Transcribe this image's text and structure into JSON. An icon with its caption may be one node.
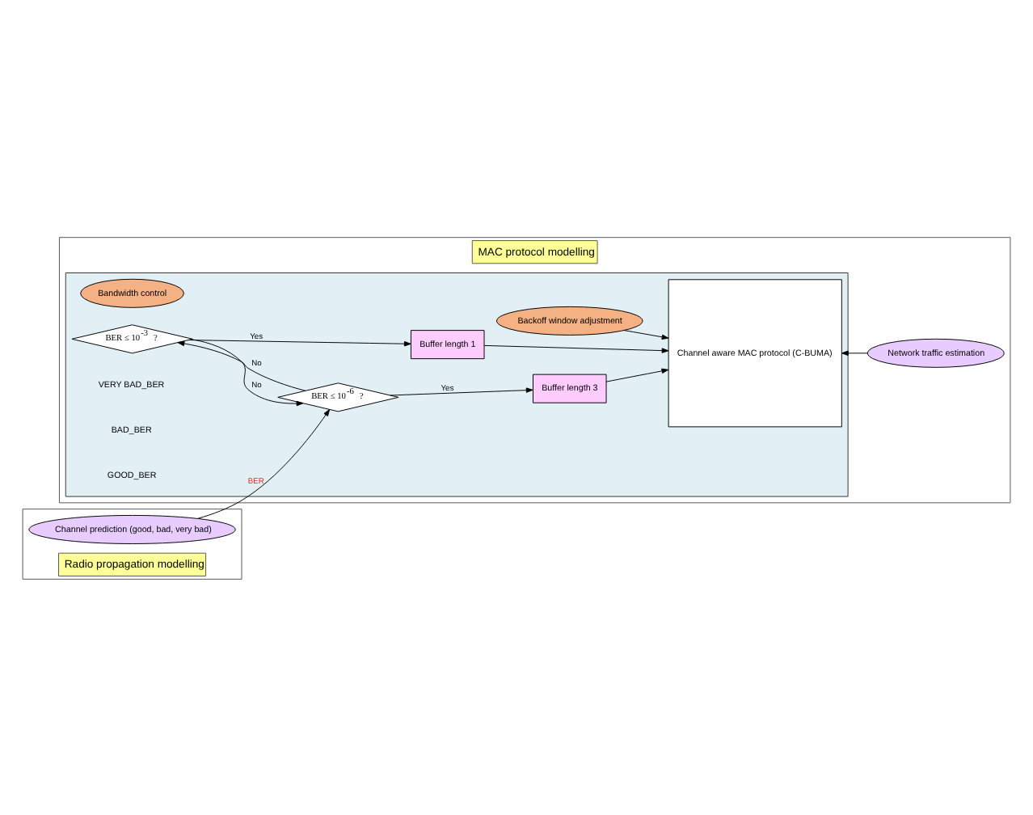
{
  "diagram": {
    "nodes": [
      {
        "text": [
          "MAC protocol modelling"
        ]
      },
      {
        "text": [],
        "shape": "box",
        "in": 0
      },
      {
        "text": [
          "Bandwidth control"
        ],
        "in": 1
      },
      {
        "text": [
          "Backoff window adjustment"
        ],
        "in": 1
      },
      {
        "text": [
          "BER ≤ 10$^{-3}$ ?"
        ],
        "in": 1
      },
      {
        "text": [
          "BER ≤ 10$^{-6}$ ?"
        ],
        "in": 1
      },
      {
        "text": [
          "Buffer length 1"
        ],
        "in": 1
      },
      {
        "text": [
          "Buffer length 3"
        ],
        "in": 1
      },
      {
        "text": [
          "Channel aware MAC protocol (C-BUMA)"
        ],
        "in": 1
      },
      {
        "text": [
          "Network traffic estimation"
        ],
        "in": 0
      },
      {
        "text": [
          "Radio propagation modelling"
        ]
      },
      {
        "text": [
          "Channel prediction (good, bad, very bad)"
        ],
        "in": 10
      }
    ],
    "edges": [
      {
        "from": 3,
        "to": 8,
        "arrow": "to"
      },
      {
        "from": 4,
        "to": 6,
        "arrow": "to",
        "label": "Yes"
      },
      {
        "from": 6,
        "to": 8,
        "arrow": "to"
      },
      {
        "from": 7,
        "to": 8,
        "arrow": "to"
      },
      {
        "from": 5,
        "to": 7,
        "arrow": "to",
        "label": "Yes"
      },
      {
        "from": 5,
        "to": 4,
        "arrow": "to",
        "label": "No"
      },
      {
        "from": 4,
        "to": 5,
        "arrow": "to",
        "label": "No"
      },
      {
        "from": 11,
        "to": 5,
        "arrow": "to",
        "label": "BER"
      },
      {
        "from": 9,
        "to": 8,
        "arrow": "to"
      }
    ],
    "labels": [
      "VERY BAD_BER",
      "BAD_BER",
      "GOOD_BER"
    ]
  }
}
